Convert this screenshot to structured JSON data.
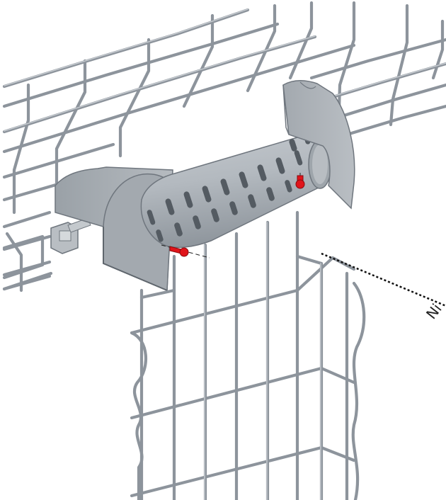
{
  "diagram": {
    "subject": "wire-mesh-cable-tray-with-drop-out-fitting",
    "callout": {
      "text": "Ni",
      "visible": true
    },
    "colors": {
      "wire": "#8d949c",
      "wire_highlight": "#c9ced3",
      "sheet_metal": "#a7adb3",
      "sheet_metal_shadow": "#7e858c",
      "tube": "#b4bac0",
      "tube_slot": "#545b62",
      "fastener_red": "#e0141a",
      "leader_line": "#111111"
    },
    "parts": [
      {
        "id": "horizontal-tray",
        "label": ""
      },
      {
        "id": "vertical-tray",
        "label": ""
      },
      {
        "id": "drop-out-tube",
        "label": ""
      },
      {
        "id": "end-plate-left",
        "label": ""
      },
      {
        "id": "end-plate-right",
        "label": ""
      },
      {
        "id": "splice-clamp",
        "label": ""
      },
      {
        "id": "fastener-bolt",
        "label": ""
      },
      {
        "id": "fastener-pin",
        "label": ""
      }
    ]
  }
}
